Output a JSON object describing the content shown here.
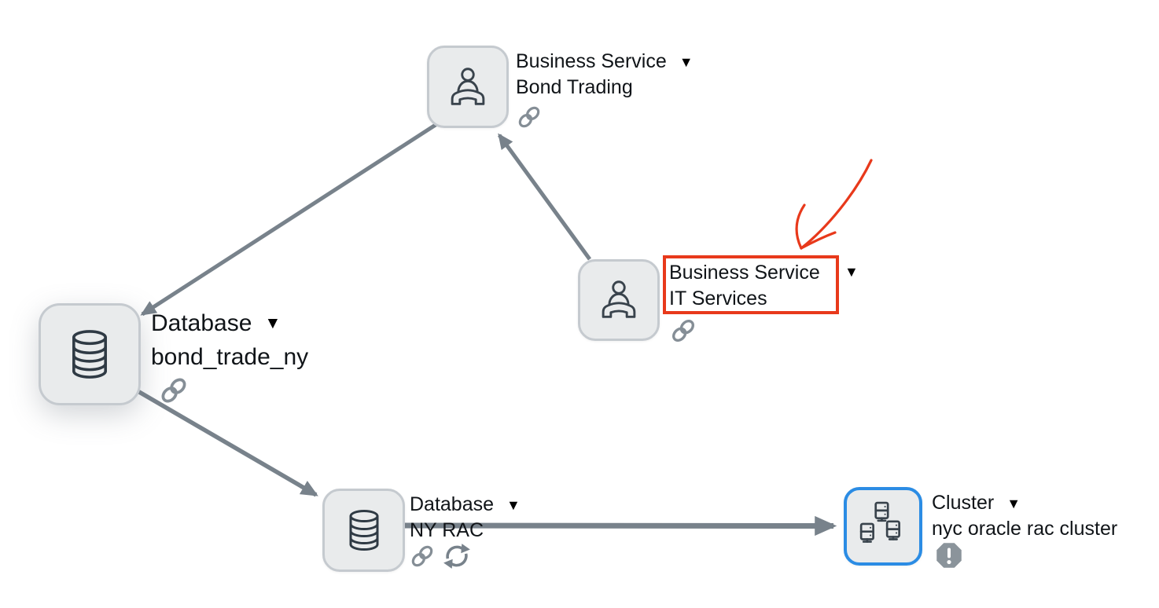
{
  "diagram": {
    "background": "#ffffff",
    "glyphs": {
      "dropdown": "▼"
    },
    "colors": {
      "node_fill": "#e9ebec",
      "node_border": "#c5cacf",
      "selected_node_border": "#2b8ce4",
      "edge": "#78828b",
      "icon_stroke": "#39434c",
      "badge_icon": "#858e96",
      "alert_badge_fill": "#8b949b",
      "annotation": "#e8391b",
      "text": "#101418"
    },
    "nodes": [
      {
        "id": "bond-trading",
        "type_label": "Business Service",
        "name": "Bond Trading",
        "icon": "business-service-icon",
        "badges": [
          "link"
        ],
        "state": "default"
      },
      {
        "id": "it-services",
        "type_label": "Business Service",
        "name": "IT Services",
        "icon": "business-service-icon",
        "badges": [
          "link"
        ],
        "state": "annotated-with-red-box"
      },
      {
        "id": "bond-trade-ny",
        "type_label": "Database",
        "name": "bond_trade_ny",
        "icon": "database-icon",
        "badges": [
          "link"
        ],
        "state": "emphasized-large"
      },
      {
        "id": "ny-rac",
        "type_label": "Database",
        "name": "NY RAC",
        "icon": "database-icon",
        "badges": [
          "link",
          "refresh"
        ],
        "state": "default"
      },
      {
        "id": "nyc-oracle-rac-cluster",
        "type_label": "Cluster",
        "name": "nyc oracle rac cluster",
        "icon": "cluster-icon",
        "badges": [
          "alert"
        ],
        "state": "selected-blue-border"
      }
    ],
    "edges": [
      {
        "from": "bond-trading",
        "to": "bond-trade-ny"
      },
      {
        "from": "it-services",
        "to": "bond-trading"
      },
      {
        "from": "bond-trade-ny",
        "to": "ny-rac"
      },
      {
        "from": "ny-rac",
        "to": "nyc-oracle-rac-cluster"
      }
    ],
    "annotation": {
      "shape": "hand-drawn-arrow-and-rectangle",
      "highlights": "IT Services label",
      "color": "#e8391b"
    }
  }
}
